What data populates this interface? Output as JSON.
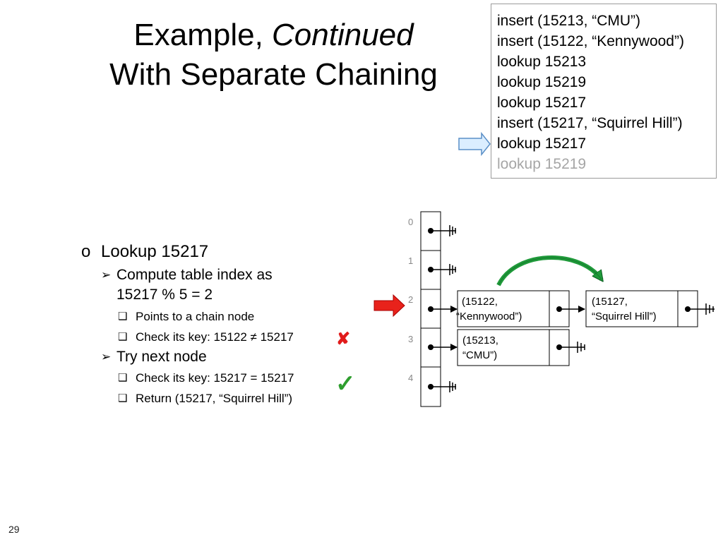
{
  "slide": {
    "title_line1_plain": "Example, ",
    "title_line1_italic": "Continued",
    "title_line2": "With Separate Chaining",
    "page_number": "29"
  },
  "operations": [
    {
      "text": "insert (15213, “CMU”)",
      "state": "done"
    },
    {
      "text": "insert (15122, “Kennywood”)",
      "state": "done"
    },
    {
      "text": "lookup 15213",
      "state": "done"
    },
    {
      "text": "lookup 15219",
      "state": "done"
    },
    {
      "text": "lookup 15217",
      "state": "done"
    },
    {
      "text": "insert (15217, “Squirrel Hill”)",
      "state": "done"
    },
    {
      "text": "lookup 15217",
      "state": "current"
    },
    {
      "text": "lookup 15219",
      "state": "pending"
    }
  ],
  "bullets": {
    "level1_marker": "o",
    "level1": "Lookup 15217",
    "compute_marker": "➢",
    "compute_line1": "Compute table index as",
    "compute_line2": "15217 % 5 = 2",
    "sub_marker": "❑",
    "points_to": "Points to a chain node",
    "check1": "Check its key: 15122  ≠ 15217",
    "try_next": "Try next node",
    "check2": "Check its key: 15217 = 15217",
    "return": "Return (15217, “Squirrel Hill”)"
  },
  "marks": {
    "cross_symbol": "✘",
    "check_symbol": "✓",
    "cross_color": "#e11b1b",
    "check_color": "#2e9e2e"
  },
  "hash_table": {
    "indices": [
      "0",
      "1",
      "2",
      "3",
      "4"
    ],
    "node_15122_line1": "(15122,",
    "node_15122_line2": "“Kennywood”)",
    "node_15127_line1": "(15127,",
    "node_15127_line2": "“Squirrel Hill”)",
    "node_15213_line1": "(15213,",
    "node_15213_line2": "“CMU”)"
  },
  "colors": {
    "current_op_arrow_fill": "#dbeeff",
    "current_op_arrow_stroke": "#5a8fc7",
    "index_arrow_fill": "#e8221b",
    "index_arrow_stroke": "#a80000",
    "traverse_arrow": "#1f9a3a",
    "dim_text": "#a6a6a6"
  }
}
